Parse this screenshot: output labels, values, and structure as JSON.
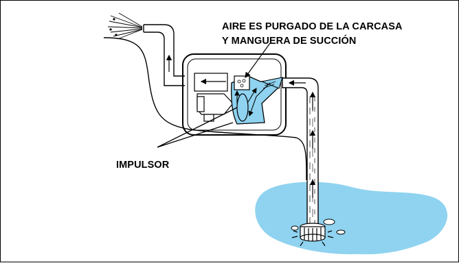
{
  "labels": {
    "air_purged_line1": "AIRE ES PURGADO DE LA CARCASA",
    "air_purged_line2": "Y MANGUERA DE SUCCIÓN",
    "impeller": "IMPULSOR"
  },
  "colors": {
    "water": "#8fd3f0",
    "line": "#000000",
    "background": "#ffffff"
  }
}
